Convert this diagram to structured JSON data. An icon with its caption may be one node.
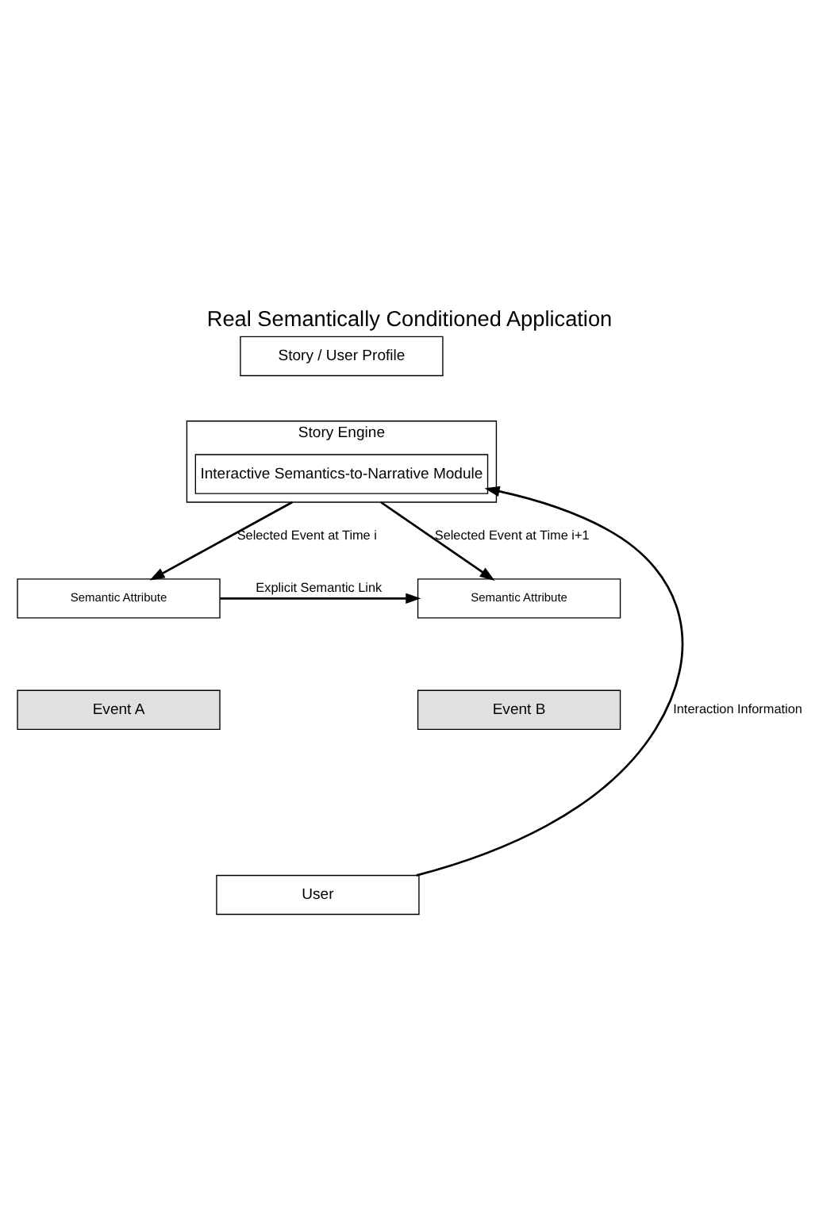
{
  "diagram": {
    "title": "Real Semantically Conditioned Application",
    "nodes": [
      {
        "text": [
          "Story / User Profile"
        ]
      },
      {
        "text": [
          "Story Engine"
        ]
      },
      {
        "text": [
          "Interactive Semantics-to-Narrative Module"
        ],
        "in": 1
      },
      {
        "text": [
          "Semantic Attribute"
        ]
      },
      {
        "text": [
          "Event A"
        ]
      },
      {
        "text": [
          "Semantic Attribute"
        ]
      },
      {
        "text": [
          "Event B"
        ]
      },
      {
        "text": [
          "User"
        ]
      }
    ],
    "edges": [
      {
        "from": 1,
        "to": 3,
        "arrow": "to",
        "label": "Selected Event at Time i"
      },
      {
        "from": 1,
        "to": 5,
        "arrow": "to",
        "label": "Selected Event at Time i+1"
      },
      {
        "from": 3,
        "to": 5,
        "arrow": "to",
        "label": "Explicit Semantic Link"
      },
      {
        "from": 7,
        "to": 2,
        "arrow": "to",
        "label": "Interaction Information"
      }
    ]
  }
}
